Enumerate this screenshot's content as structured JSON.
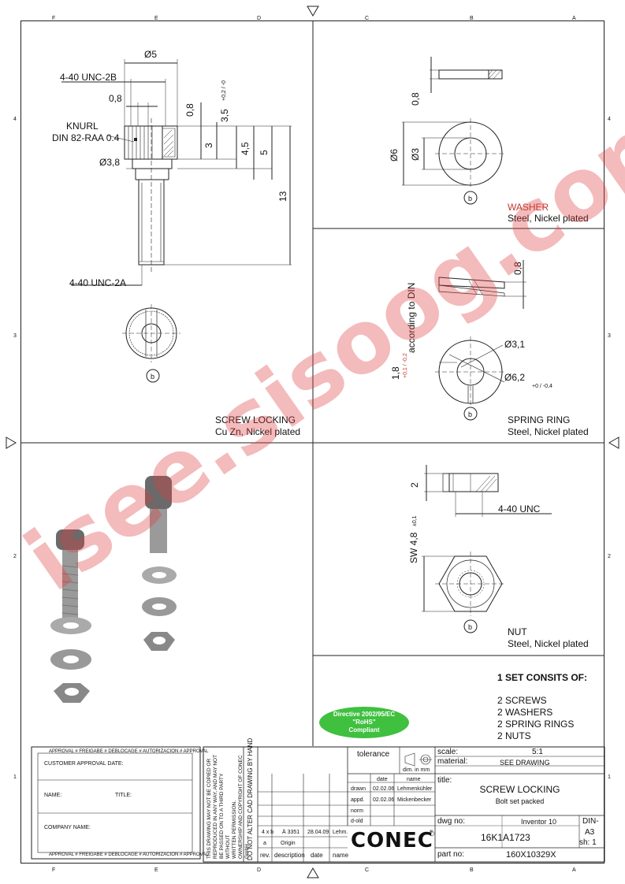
{
  "grid": {
    "letters": [
      "F",
      "E",
      "D",
      "C",
      "B",
      "A"
    ],
    "numbers": [
      "4",
      "3",
      "2",
      "1"
    ]
  },
  "screw": {
    "dim_d5": "Ø5",
    "thread_top": "4-40 UNC-2B",
    "dim_08a": "0,8",
    "dim_08b": "0,8",
    "knurl_title": "KNURL",
    "knurl_spec": "DIN 82-RAA 0.4",
    "dim_d38": "Ø3,8",
    "dim_35": "3,5",
    "dim_35_tol": "+0,2 / -0",
    "dim_3": "3",
    "dim_45": "4,5",
    "dim_5": "5",
    "dim_13": "13",
    "thread_bottom": "4-40 UNC-2A",
    "view_b": "b",
    "title": "SCREW LOCKING",
    "material": "Cu Zn, Nickel plated"
  },
  "washer": {
    "dim_08": "0,8",
    "dim_d6": "Ø6",
    "dim_d3": "Ø3",
    "view_b": "b",
    "title": "WASHER",
    "material": "Steel, Nickel plated"
  },
  "spring": {
    "dim_08": "0,8",
    "according": "according to DIN",
    "dim_18": "1,8",
    "dim_18_tol": "+0,1 / -0,2",
    "dim_d31": "Ø3,1",
    "dim_d62": "Ø6,2",
    "dim_d62_tol": "+0 / -0,4",
    "view_b": "b",
    "title": "SPRING RING",
    "material": "Steel, Nickel plated"
  },
  "nut": {
    "dim_2": "2",
    "thread": "4-40 UNC",
    "sw": "SW 4,8",
    "sw_tol": "±0,1",
    "view_b": "b",
    "title": "NUT",
    "material": "Steel, Nickel plated"
  },
  "set": {
    "heading": "1 SET CONSITS OF:",
    "items": [
      "2 SCREWS",
      "2 WASHERS",
      "2 SPRING RINGS",
      "2 NUTS"
    ]
  },
  "rohs": {
    "line1": "Directive 2002/95/EC",
    "line2": "\"RoHS\"",
    "line3": "Compliant"
  },
  "approval": {
    "banner": "APPROVAL # FREIGABE # DEBLOCAGE # AUTORIZACION # APPROVAL",
    "customer": "CUSTOMER APPROVAL DATE:",
    "name": "NAME:",
    "title": "TITLE:",
    "company": "COMPANY NAME:"
  },
  "copyright": {
    "lines": [
      "THIS DRAWING MAY NOT BE COPIED OR",
      "REPRODUCED IN ANY WAY, AND MAY NOT",
      "BE PASSED ON TO A THIRD PARTY WITHOUT",
      "WRITTEN PERMISSION.",
      "OWNERSHIP AND COPYRIGHT OF CONEC GmbH"
    ],
    "cad": "DO NOT ALTER CAD DRAWING BY HAND"
  },
  "revisions": {
    "row": {
      "rev": "4 x b",
      "desc": "Ä 3351",
      "date": "28.04.09",
      "name": "Lehm."
    },
    "origin_rev": "a",
    "origin_desc": "Origin",
    "headers": {
      "rev": "rev.",
      "description": "description",
      "date": "date",
      "name": "name"
    }
  },
  "titleblock": {
    "tolerance": "tolerance",
    "dim_unit": "dim. in mm",
    "col_date": "date",
    "col_name": "name",
    "drawn": "drawn",
    "drawn_date": "02.02.06",
    "drawn_name": "Lehmenkühler",
    "appd": "appd.",
    "appd_date": "02.02.06",
    "appd_name": "Mickenbecker",
    "norm": "norm",
    "dold": "d-old",
    "scale_label": "scale:",
    "scale_value": "5:1",
    "material_label": "material:",
    "material_value": "SEE DRAWING",
    "title_label": "title:",
    "title_main": "SCREW LOCKING",
    "title_sub": "Bolt set packed",
    "dwg_label": "dwg no:",
    "software": "Inventor 10",
    "dwg_no": "16K1A1723",
    "din": "DIN-",
    "sheet_size": "A3",
    "sheet": "sh: 1",
    "part_label": "part no:",
    "part_no": "160X10329X",
    "logo": "CONEC",
    "reg": "®"
  },
  "watermark": "isee.sisoog.com"
}
